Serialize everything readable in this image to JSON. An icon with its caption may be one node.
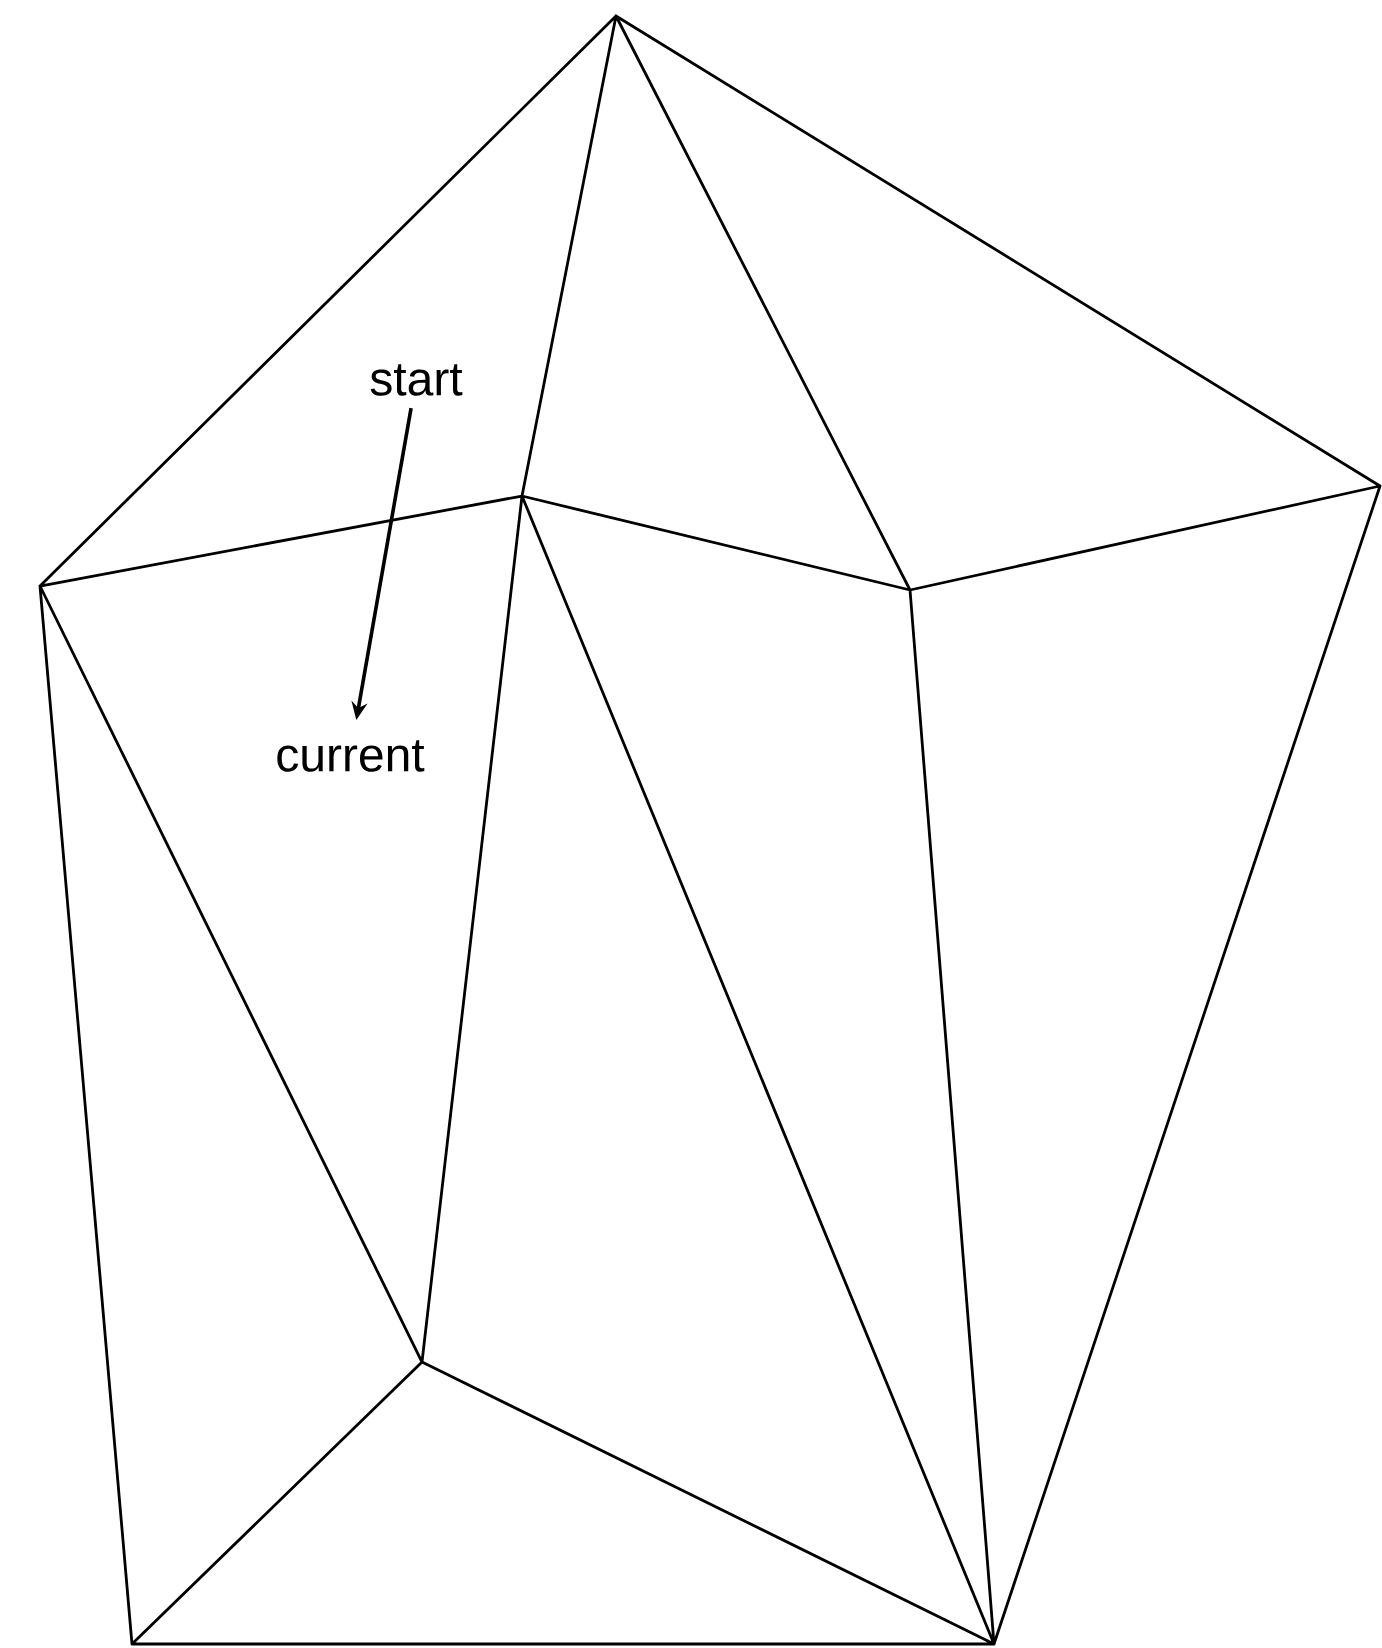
{
  "diagram": {
    "nodes": [
      {
        "text": [
          "start"
        ]
      },
      {
        "text": [
          "current"
        ]
      }
    ],
    "edges": [
      {
        "from": 0,
        "to": 1,
        "arrow": "to"
      }
    ]
  }
}
